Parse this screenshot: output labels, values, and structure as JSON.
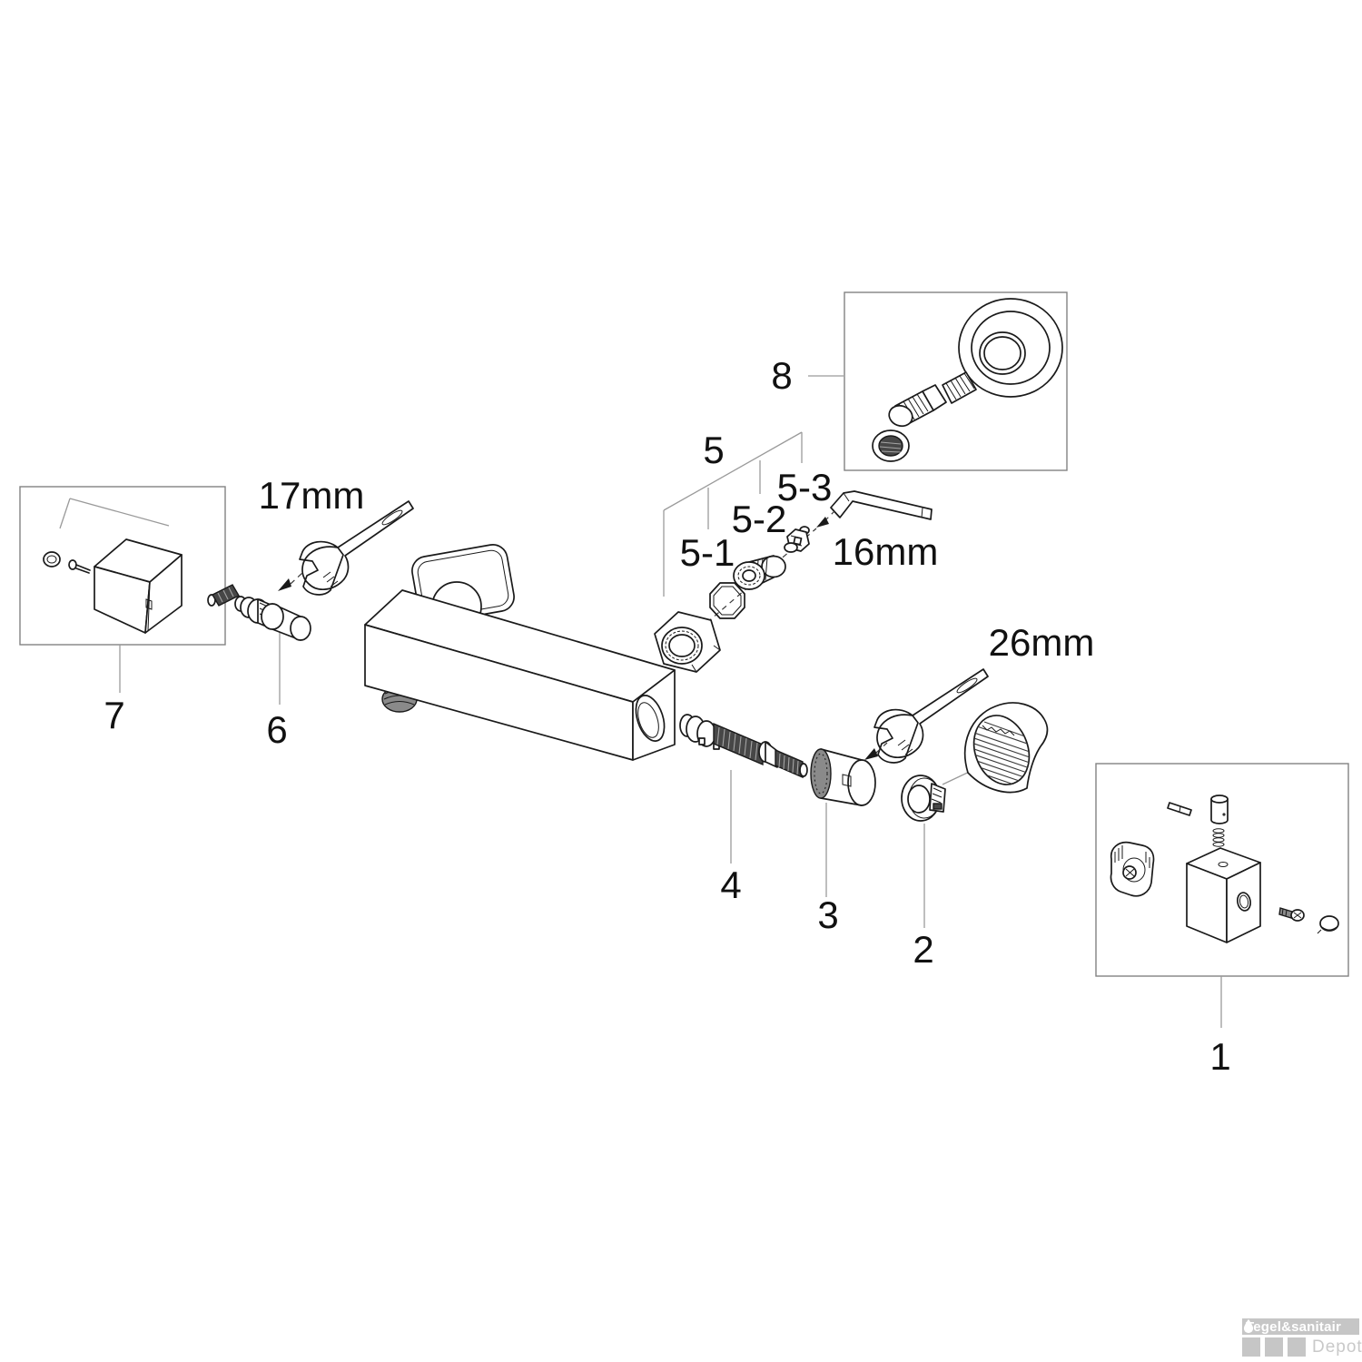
{
  "colors": {
    "background": "#ffffff",
    "line": "#1a1a1a",
    "leader_line": "#9a9a9a",
    "detail_box_border": "#828282",
    "dark_fill": "#474747",
    "watermark_gray": "#c6c6c6",
    "watermark_brand_text": "#ffffff",
    "watermark_sub_text": "#c9c9c9"
  },
  "part_labels": {
    "p1": "1",
    "p2": "2",
    "p3": "3",
    "p4": "4",
    "p5": "5",
    "p5_1": "5-1",
    "p5_2": "5-2",
    "p5_3": "5-3",
    "p6": "6",
    "p7": "7",
    "p8": "8"
  },
  "tool_labels": {
    "wrench_17": "17mm",
    "hexkey_16": "16mm",
    "wrench_26": "26mm"
  },
  "watermark": {
    "brand": "Tegel&sanitair",
    "sub": "Depot"
  }
}
